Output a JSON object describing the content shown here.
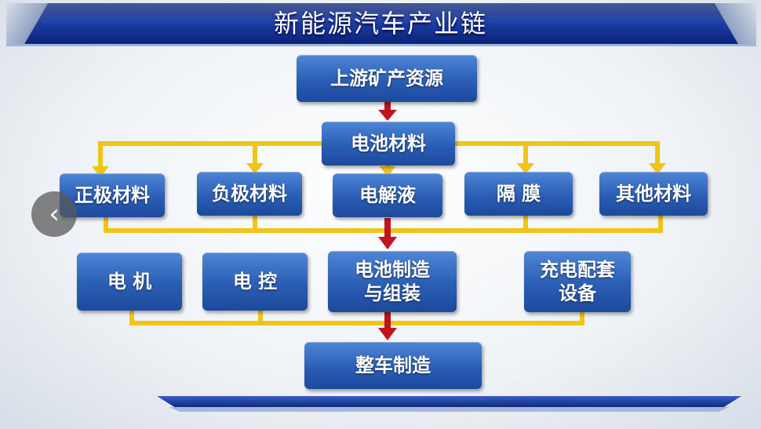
{
  "title": "新能源汽车产业链",
  "nodes": {
    "upstream": "上游矿产资源",
    "battery_materials": "电池材料",
    "cathode": "正极材料",
    "anode": "负极材料",
    "electrolyte": "电解液",
    "separator": "隔 膜",
    "other_materials": "其他材料",
    "motor": "电 机",
    "ecu": "电 控",
    "battery_manufacturing": "电池制造\n与组装",
    "charging": "充电配套\n设备",
    "vehicle": "整车制造"
  },
  "colors": {
    "box": "#2a5eb4",
    "yellow_connector": "#f0c419",
    "red_arrow": "#c0161b",
    "banner": "#1d3fa8"
  },
  "nav": {
    "prev_icon": "‹"
  }
}
